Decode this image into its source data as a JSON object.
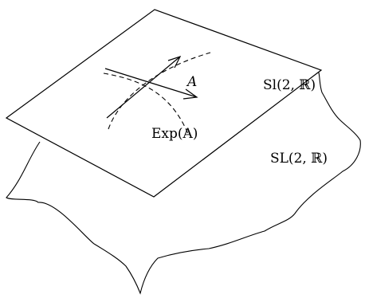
{
  "labels": {
    "vector": "A",
    "exponential": "Exp(A)",
    "lie_algebra": "Sl(2, ℝ)",
    "lie_group": "SL(2, ℝ)"
  },
  "colors": {
    "stroke": "#000000",
    "background": "#ffffff"
  }
}
